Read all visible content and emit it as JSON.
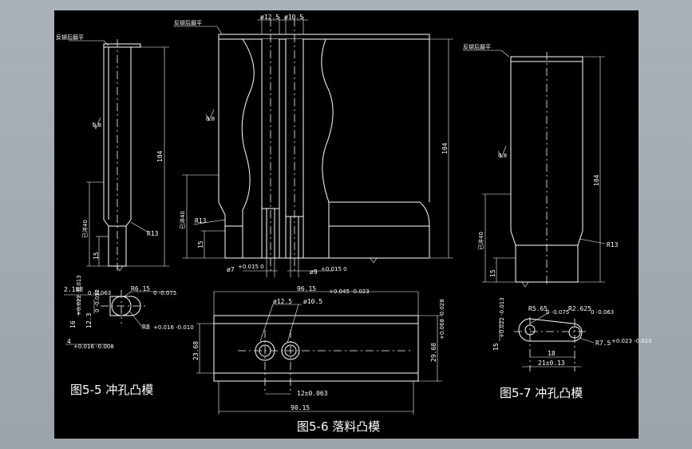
{
  "colors": {
    "background": "#000000",
    "lines": "#ffffff",
    "frame": "#a3aab1"
  },
  "captions": {
    "fig55": "图5-5  冲孔凸模",
    "fig56": "图5-6  落料凸模",
    "fig57": "图5-7  冲孔凸模"
  },
  "notes": {
    "left_top": "反铆后磨平",
    "center_top": "反铆后磨平",
    "right_top": "反铆后磨平"
  },
  "dims": {
    "left_104": "104",
    "left_40": "已淬40",
    "left_15": "15",
    "left_r13": "R13",
    "left_2188": "2.188",
    "left_2188_tol": "0 -0.063",
    "left_r615": "R6.15",
    "left_r615_tol": "0 -0.075",
    "left_r8": "R8",
    "left_r8_tol": "+0.016 -0.010",
    "left_16": "16",
    "left_16_tol": "+0.022 -0.013",
    "left_123": "12.3",
    "left_123_tol": "0 -0.052",
    "left_4": "4",
    "left_4_tol": "+0.016 -0.008",
    "center_d125": "ø12.5",
    "center_d105": "ø10.5",
    "center_104": "104",
    "center_40": "已淬40",
    "center_r13": "R13",
    "center_15": "15",
    "center_d7": "ø7",
    "center_d7_tol": "+0.015 0",
    "center_d9": "ø9",
    "center_d9_tol": "+0.015 0",
    "center_9615": "96.15",
    "center_9615_tol": "+0.045 -0.023",
    "center_d125b": "ø12.5",
    "center_d105b": "ø10.5",
    "center_2368": "23.68",
    "center_2968": "29.68",
    "center_2968_tol": "+0.068 -0.028",
    "center_12": "12±0.063",
    "center_9015": "90.15",
    "right_104": "104",
    "right_40": "已淬40",
    "right_15": "15",
    "right_r13": "R13",
    "right_r565": "R5.65",
    "right_r565_tol": "0 -0.075",
    "right_r2625": "R2.625",
    "right_r2625_tol": "0 -0.063",
    "right_15b": "15",
    "right_15b_tol": "+0.022 -0.013",
    "right_r75": "R7.5",
    "right_r75_tol": "+0.023 -0.010",
    "right_18": "18",
    "right_21": "21±0.13"
  },
  "roughness": {
    "left": "0.8",
    "center": "0.8",
    "right": "0.8"
  }
}
